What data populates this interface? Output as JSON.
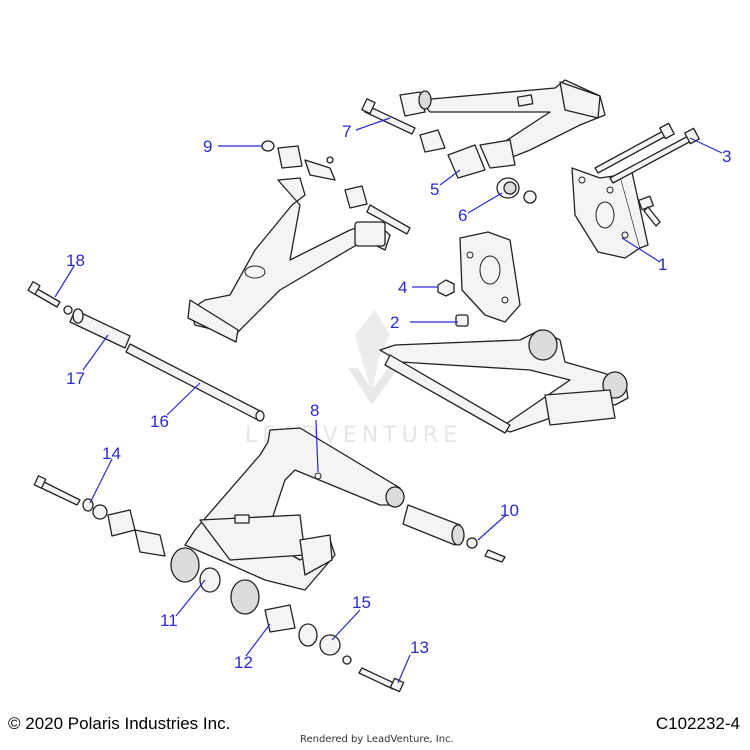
{
  "callouts": [
    {
      "num": "1"
    },
    {
      "num": "2"
    },
    {
      "num": "3"
    },
    {
      "num": "4"
    },
    {
      "num": "5"
    },
    {
      "num": "6"
    },
    {
      "num": "7"
    },
    {
      "num": "8"
    },
    {
      "num": "9"
    },
    {
      "num": "10"
    },
    {
      "num": "11"
    },
    {
      "num": "12"
    },
    {
      "num": "13"
    },
    {
      "num": "14"
    },
    {
      "num": "15"
    },
    {
      "num": "16"
    },
    {
      "num": "17"
    },
    {
      "num": "18"
    }
  ],
  "footer": {
    "copyright": "© 2020 Polaris Industries Inc.",
    "rendered_by": "Rendered by LeadVenture, Inc.",
    "diagram_id": "C102232-4"
  },
  "watermark": {
    "text": "LEADVENTURE"
  },
  "colors": {
    "callout": "#2a2ad6",
    "line": "#222222",
    "part_fill": "#f4f4f4"
  }
}
